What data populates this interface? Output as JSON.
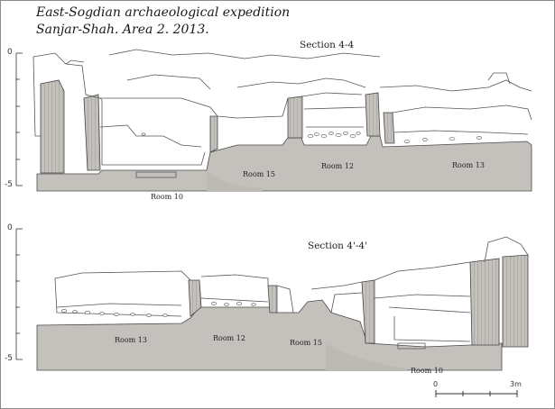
{
  "title": {
    "line1": "East-Sogdian archaeological expedition",
    "line2": "Sanjar-Shah. Area 2. 2013."
  },
  "sections": [
    {
      "label": "Section 4-4",
      "axis": {
        "top_label": "0",
        "bottom_label": "-5"
      },
      "rooms": [
        "Room 10",
        "Room 15",
        "Room 12",
        "Room 13"
      ]
    },
    {
      "label": "Section 4'-4'",
      "axis": {
        "top_label": "0",
        "bottom_label": "-5"
      },
      "rooms": [
        "Room 13",
        "Room 12",
        "Room 15",
        "Room 10"
      ]
    }
  ],
  "scale_bar": {
    "start_label": "0",
    "end_label": "3m"
  },
  "colors": {
    "ground": "#c4c1bc",
    "line": "#4a4a4a",
    "wall_hatch": "#777777"
  }
}
